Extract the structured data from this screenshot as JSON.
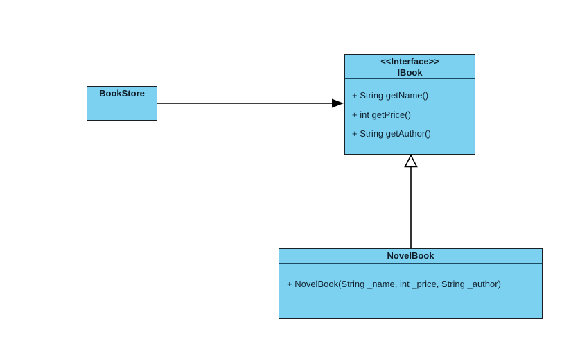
{
  "diagram": {
    "type": "uml-class-diagram",
    "background_color": "#ffffff",
    "node_fill_color": "#7CD0F0",
    "node_border_color": "#1a1f24",
    "line_color": "#000000",
    "classes": {
      "bookstore": {
        "title": "BookStore",
        "members": []
      },
      "ibook": {
        "stereotype": "<<Interface>>",
        "title": "IBook",
        "methods": [
          "+ String getName()",
          "+ int getPrice()",
          "+ String getAuthor()"
        ]
      },
      "novelbook": {
        "title": "NovelBook",
        "methods": [
          "+ NovelBook(String _name, int _price, String _author)"
        ]
      }
    },
    "relations": [
      {
        "from": "BookStore",
        "to": "IBook",
        "type": "association",
        "arrow": "filled"
      },
      {
        "from": "NovelBook",
        "to": "IBook",
        "type": "realization",
        "arrow": "hollow-triangle"
      }
    ]
  }
}
